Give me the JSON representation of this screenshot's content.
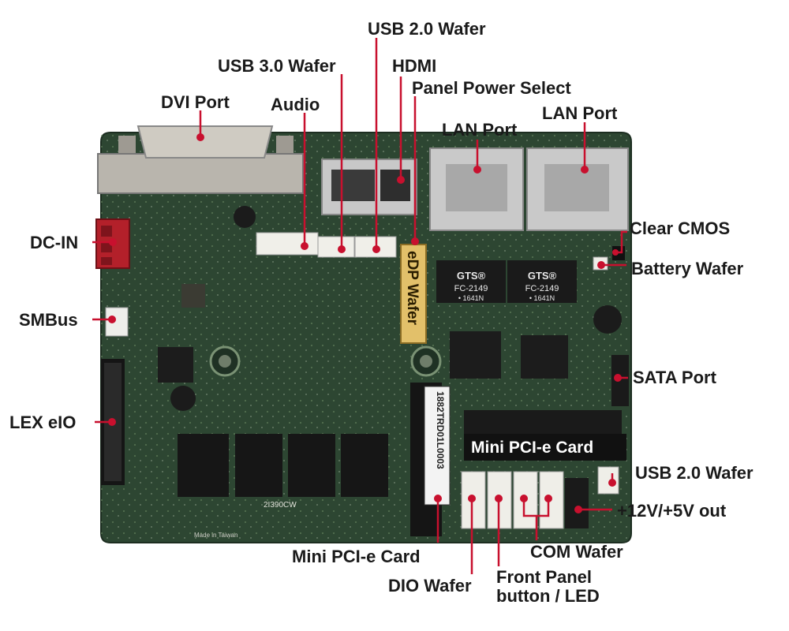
{
  "labels": {
    "usb20_wafer_top": "USB 2.0 Wafer",
    "usb30_wafer": "USB 3.0 Wafer",
    "hdmi": "HDMI",
    "panel_power_select": "Panel Power Select",
    "dvi_port": "DVI Port",
    "audio": "Audio",
    "lan_port_1": "LAN Port",
    "lan_port_2": "LAN Port",
    "clear_cmos": "Clear CMOS",
    "dc_in": "DC-IN",
    "battery_wafer": "Battery Wafer",
    "smbus": "SMBus",
    "edp_wafer": "eDP Wafer",
    "sata_port": "SATA Port",
    "lex_eio": "LEX eIO",
    "mini_pcie_card_board": "Mini PCI-e Card",
    "usb20_wafer_right": "USB 2.0 Wafer",
    "power_out": "+12V/+5V out",
    "com_wafer": "COM Wafer",
    "mini_pcie_card_bottom": "Mini PCI-e Card",
    "front_panel_line1": "Front Panel",
    "front_panel_line2": "button / LED",
    "dio_wafer": "DIO Wafer"
  },
  "board_markings": {
    "lan_chip_brand": "GTS®",
    "lan_chip_model": "FC-2149",
    "lan_chip_code": "• 1641N",
    "board_model": "2I390CW",
    "made_in": "Made in Taiwan",
    "slot_serial": "1882TRD01L0003"
  },
  "colors": {
    "pcb": "#2d4632",
    "label_text": "#1a1a1a",
    "callout_line": "#c8102e",
    "callout_dot": "#c8102e",
    "edp_connector": "#e2c06a",
    "dc_in": "#b3202a"
  }
}
